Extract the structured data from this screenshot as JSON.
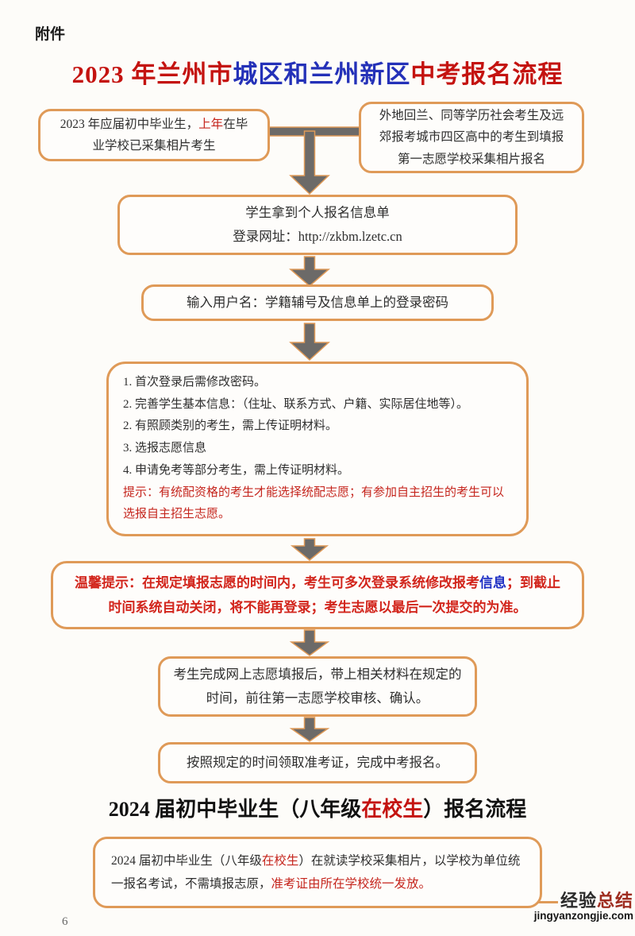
{
  "page": {
    "attachment_label": "附件",
    "page_number": "6"
  },
  "colors": {
    "box_border_orange": "#DF9A58",
    "arrow_gray": "#6C6A68",
    "emphasis_red": "#C5251D",
    "emphasis_blue": "#1F30C4",
    "title_red": "#C41310",
    "title_blue": "#2431B8",
    "warm_tip_red": "#D2251C",
    "background": "#FDFCF9"
  },
  "title_2023": {
    "red_part1": "2023 年兰州市",
    "blue_part": "城区和兰州新区",
    "red_part2": "中考报名流程"
  },
  "flow_2023": {
    "box_graduates": {
      "text_pre": "2023 年应届初中毕业生，",
      "text_red": "上年",
      "text_post": "在毕业学校已采集相片考生"
    },
    "box_nonlocal": {
      "text": "外地回兰、同等学历社会考生及远郊报考城市四区高中的考生到填报第一志愿学校采集相片报名"
    },
    "box_info_sheet": {
      "line1": "学生拿到个人报名信息单",
      "line2": "登录网址：http://zkbm.lzetc.cn"
    },
    "box_login": {
      "text": "输入用户名：学籍辅号及信息单上的登录密码"
    },
    "box_steps": {
      "item1": "1. 首次登录后需修改密码。",
      "item2": "2. 完善学生基本信息：（住址、联系方式、户籍、实际居住地等）。",
      "item3": "2. 有照顾类别的考生，需上传证明材料。",
      "item4": "3. 选报志愿信息",
      "item5": "4. 申请免考等部分考生，需上传证明材料。",
      "tip_red": "提示：有统配资格的考生才能选择统配志愿；有参加自主招生的考生可以选报自主招生志愿。"
    },
    "box_warm_tip": {
      "red_pre": "温馨提示：在规定填报志愿的时间内，考生可多次登录系统修改报考",
      "blue_word": "信息",
      "red_post": "；到截止时间系统自动关闭，将不能再登录；考生志愿以最后一次提交的为准。"
    },
    "box_confirm": {
      "text": "考生完成网上志愿填报后，带上相关材料在规定的时间，前往第一志愿学校审核、确认。"
    },
    "box_admission": {
      "text": "按照规定的时间领取准考证，完成中考报名。"
    }
  },
  "title_2024": {
    "black_pre": "2024 届初中毕业生（八年级",
    "red_part": "在校生",
    "black_post": "）报名流程"
  },
  "flow_2024": {
    "box_grade8": {
      "black_pre": "2024 届初中毕业生（八年级",
      "red_word": "在校生",
      "black_mid": "）在就读学校采集相片，以学校为单位统一报名考试，不需填报志原，",
      "red_post": "准考证由所在学校统一发放。"
    }
  },
  "watermark": {
    "brand_dark": "经验",
    "brand_red": "总结",
    "domain": "jingyanzongjie.com"
  }
}
